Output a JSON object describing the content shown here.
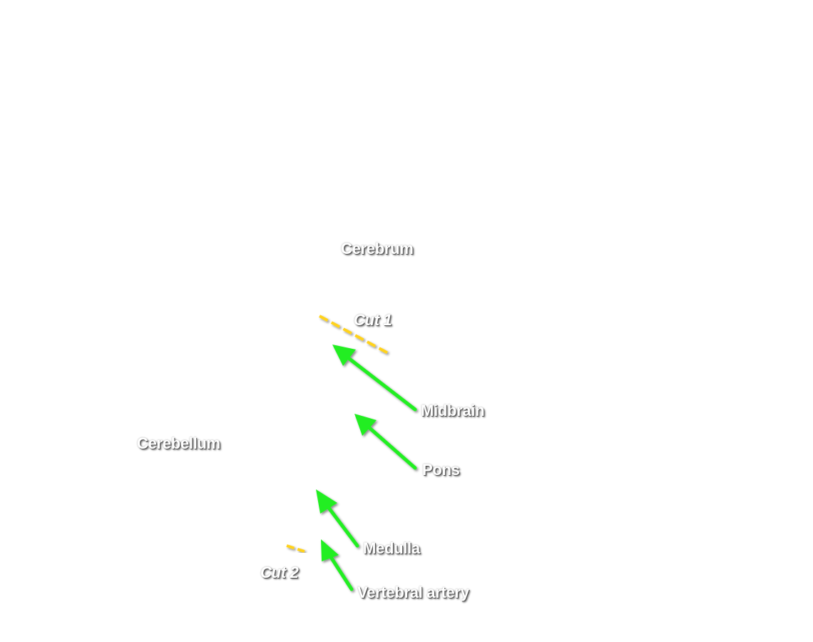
{
  "labels": {
    "cerebrum": "Cerebrum",
    "cut1": "Cut 1",
    "midbrain": "Midbrain",
    "cerebellum": "Cerebellum",
    "pons": "Pons",
    "medulla": "Medulla",
    "cut2": "Cut 2",
    "vertebral_artery": "Vertebral artery"
  },
  "colors": {
    "arrow": "#22ee22",
    "cut_line": "#ffd21f",
    "label_text": "#ffffff"
  }
}
